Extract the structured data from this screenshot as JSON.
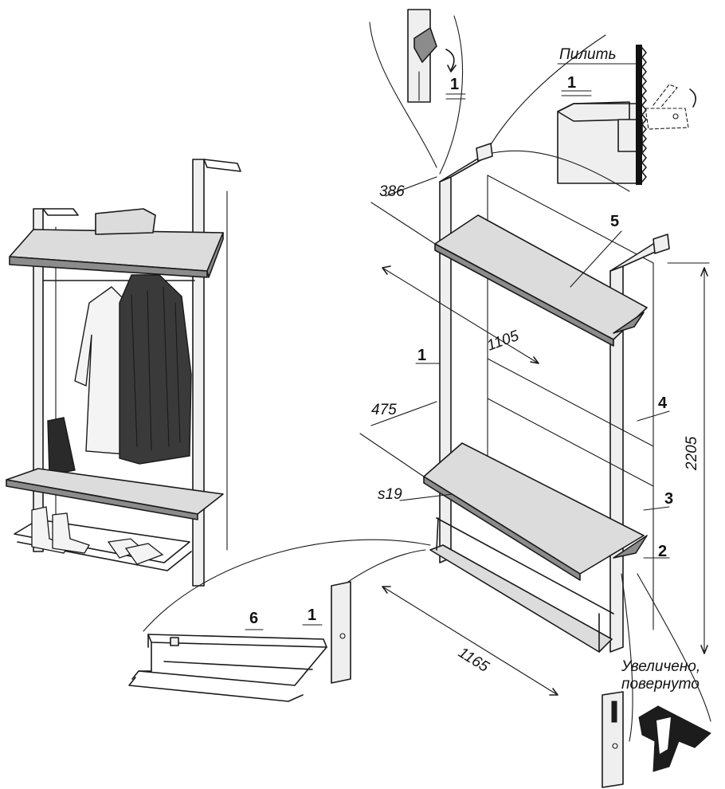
{
  "labels": {
    "pilit": "Пилить",
    "uvelicheno": "Увеличено,",
    "povernuto": "повернуто",
    "s19": "s19"
  },
  "dimensions": {
    "d386": "386",
    "d1105": "1105",
    "d475": "475",
    "d1165": "1165",
    "d2205": "2205"
  },
  "parts": {
    "p1_top": "1",
    "p1_detail": "1",
    "p1_main": "1",
    "p1_rack": "1",
    "p2": "2",
    "p3": "3",
    "p4": "4",
    "p5": "5",
    "p6": "6"
  }
}
